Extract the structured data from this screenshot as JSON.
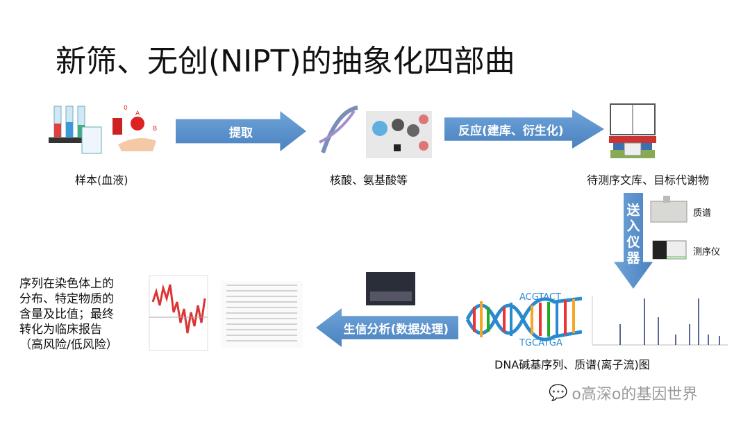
{
  "title": "新筛、无创(NIPT)的抽象化四部曲",
  "steps": {
    "sample": "样本(血液)",
    "nucleic": "核酸、氨基酸等",
    "library": "待测序文库、目标代谢物",
    "output": "DNA碱基序列、质谱(离子流)图",
    "result_lines": [
      "序列在染色体上的",
      "分布、特定物质的",
      "含量及比值；最终",
      "转化为临床报告",
      "（高风险/低风险）"
    ]
  },
  "arrows": {
    "extract": "提取",
    "reaction": "反应(建库、衍生化)",
    "instrument_chars": [
      "送",
      "入",
      "仪",
      "器"
    ],
    "bioinfo": "生信分析(数据处理)"
  },
  "instruments": {
    "mass_spec": "质谱",
    "sequencer": "测序仪"
  },
  "dna_letters": {
    "top": "ACGTACT",
    "bottom": "TGCATGA"
  },
  "watermark": "o高深o的基因世界"
}
